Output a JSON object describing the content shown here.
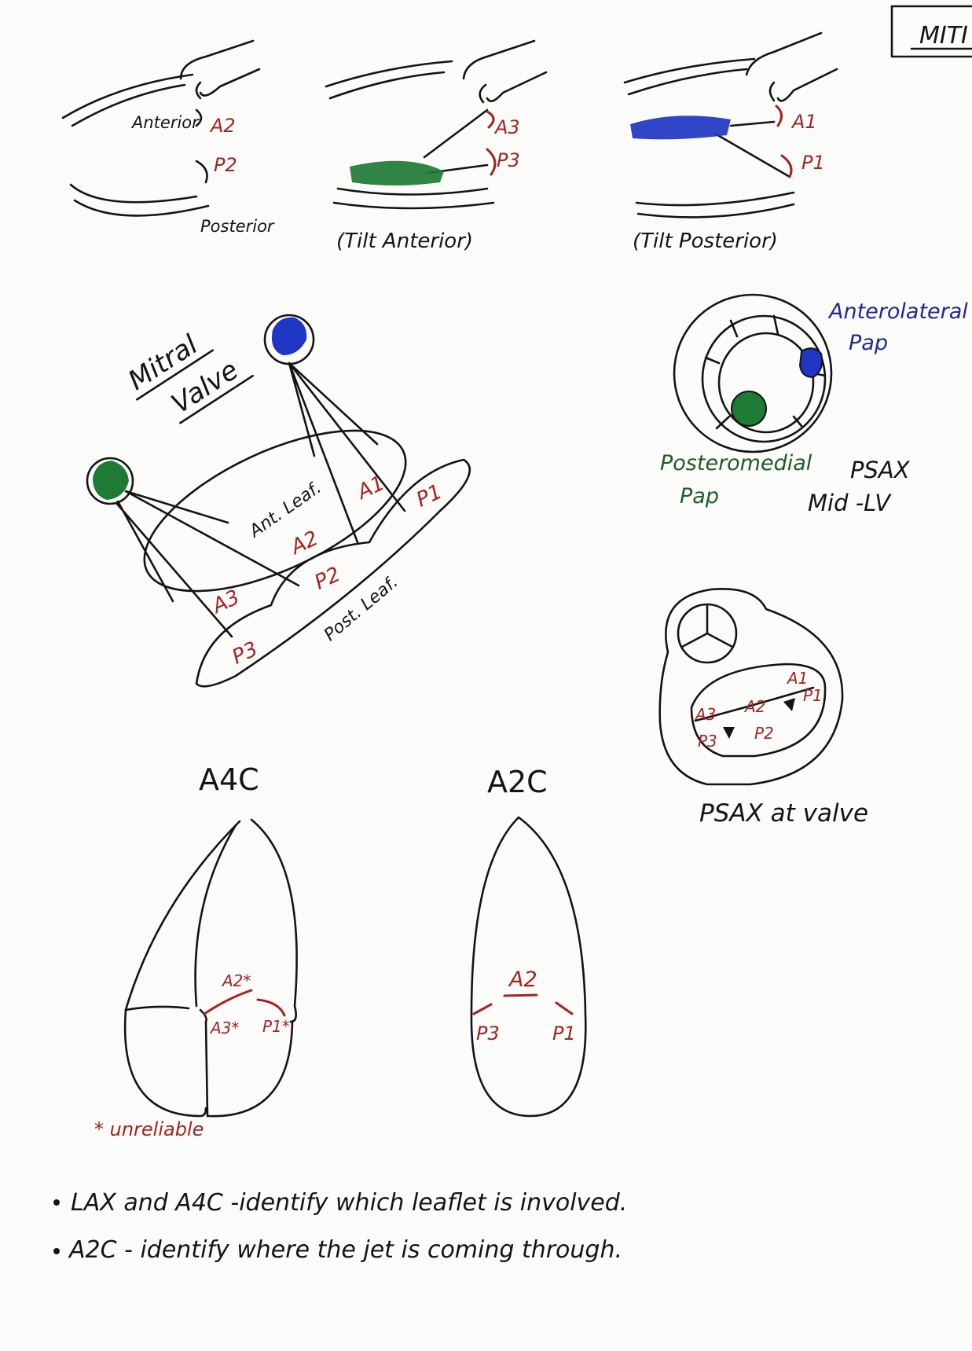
{
  "header": {
    "title_fragment": "MITI"
  },
  "top_views": {
    "view1": {
      "anterior": "Anterior",
      "a": "A2",
      "p": "P2",
      "posterior": "Posterior"
    },
    "view2": {
      "a": "A3",
      "p": "P3",
      "caption": "(Tilt Anterior)"
    },
    "view3": {
      "a": "A1",
      "p": "P1",
      "caption": "(Tilt Posterior)"
    }
  },
  "mitral_diagram": {
    "title_line1": "Mitral",
    "title_line2": "Valve",
    "ant_leaf": "Ant. Leaf.",
    "post_leaf": "Post. Leaf.",
    "segments": {
      "a1": "A1",
      "a2": "A2",
      "a3": "A3",
      "p1": "P1",
      "p2": "P2",
      "p3": "P3"
    }
  },
  "psax_mid": {
    "anterolateral_line1": "Anterolateral",
    "anterolateral_line2": "Pap",
    "posteromedial_line1": "Posteromedial",
    "posteromedial_line2": "Pap",
    "caption_line1": "PSAX",
    "caption_line2": "Mid -LV"
  },
  "psax_valve": {
    "segments": {
      "a1": "A1",
      "a2": "A2",
      "a3": "A3",
      "p1": "P1",
      "p2": "P2",
      "p3": "P3"
    },
    "caption": "PSAX at valve"
  },
  "a4c": {
    "title": "A4C",
    "a2": "A2*",
    "a3": "A3*",
    "p1": "P1*",
    "note": "* unreliable"
  },
  "a2c": {
    "title": "A2C",
    "a2": "A2",
    "p3": "P3",
    "p1": "P1"
  },
  "notes": [
    "LAX and A4C -identify which leaflet is involved.",
    "A2C - identify where the jet is coming through."
  ],
  "colors": {
    "ink": "#141414",
    "red": "#a32424",
    "blue": "#1d2a8c",
    "blue_fill": "#1f35c4",
    "green": "#1d5a2c",
    "green_fill": "#1e7a34"
  }
}
